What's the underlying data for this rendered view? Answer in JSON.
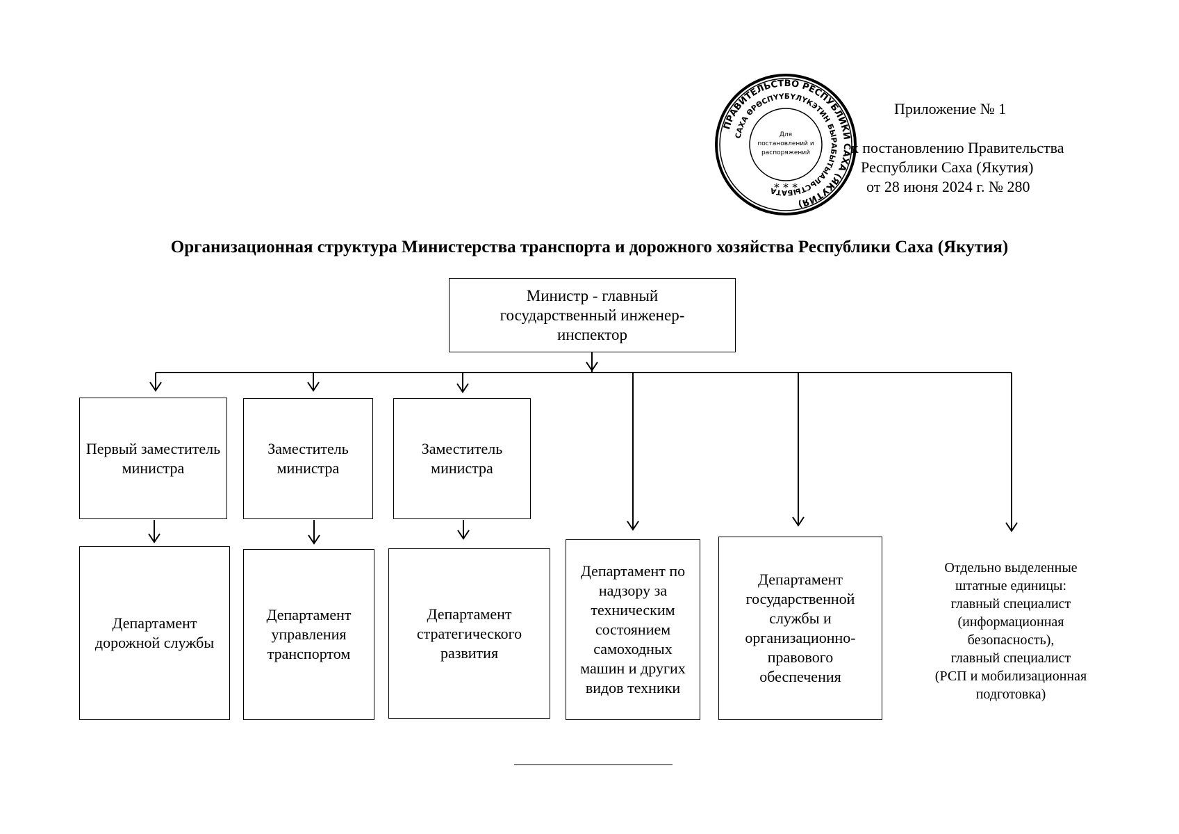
{
  "appendix": {
    "line1": "Приложение № 1",
    "line2": "к постановлению Правительства",
    "line3": "Республики Саха (Якутия)",
    "line4": "от 28 июня 2024 г. № 280"
  },
  "seal": {
    "outer_text": "ПРАВИТЕЛЬСТВО РЕСПУБЛИКИ САХА (ЯКУТИЯ)",
    "inner_text": "САХА ӨРӨСПҮҮБҮЛҮКЭТИН БЫРАБЫТЫАЛЬСТЫБАТА",
    "center_text": [
      "Для",
      "постановлений и",
      "распоряжений"
    ]
  },
  "title": "Организационная структура Министерства транспорта и дорожного хозяйства Республики Саха (Якутия)",
  "minister": "Министр - главный государственный инженер-инспектор",
  "deputies": [
    "Первый заместитель министра",
    "Заместитель министра",
    "Заместитель министра"
  ],
  "departments": [
    "Департамент дорожной службы",
    "Департамент управления транспортом",
    "Департамент стратегического развития",
    "Департамент по надзору за техническим состоянием самоходных машин и других видов техники",
    "Департамент государственной службы и организационно-правового обеспечения"
  ],
  "separate_units": {
    "line1": "Отдельно выделенные",
    "line2": "штатные единицы:",
    "line3": "главный специалист",
    "line4": "(информационная",
    "line5": "безопасность),",
    "line6": "главный специалист",
    "line7": "(РСП и мобилизационная",
    "line8": "подготовка)"
  }
}
